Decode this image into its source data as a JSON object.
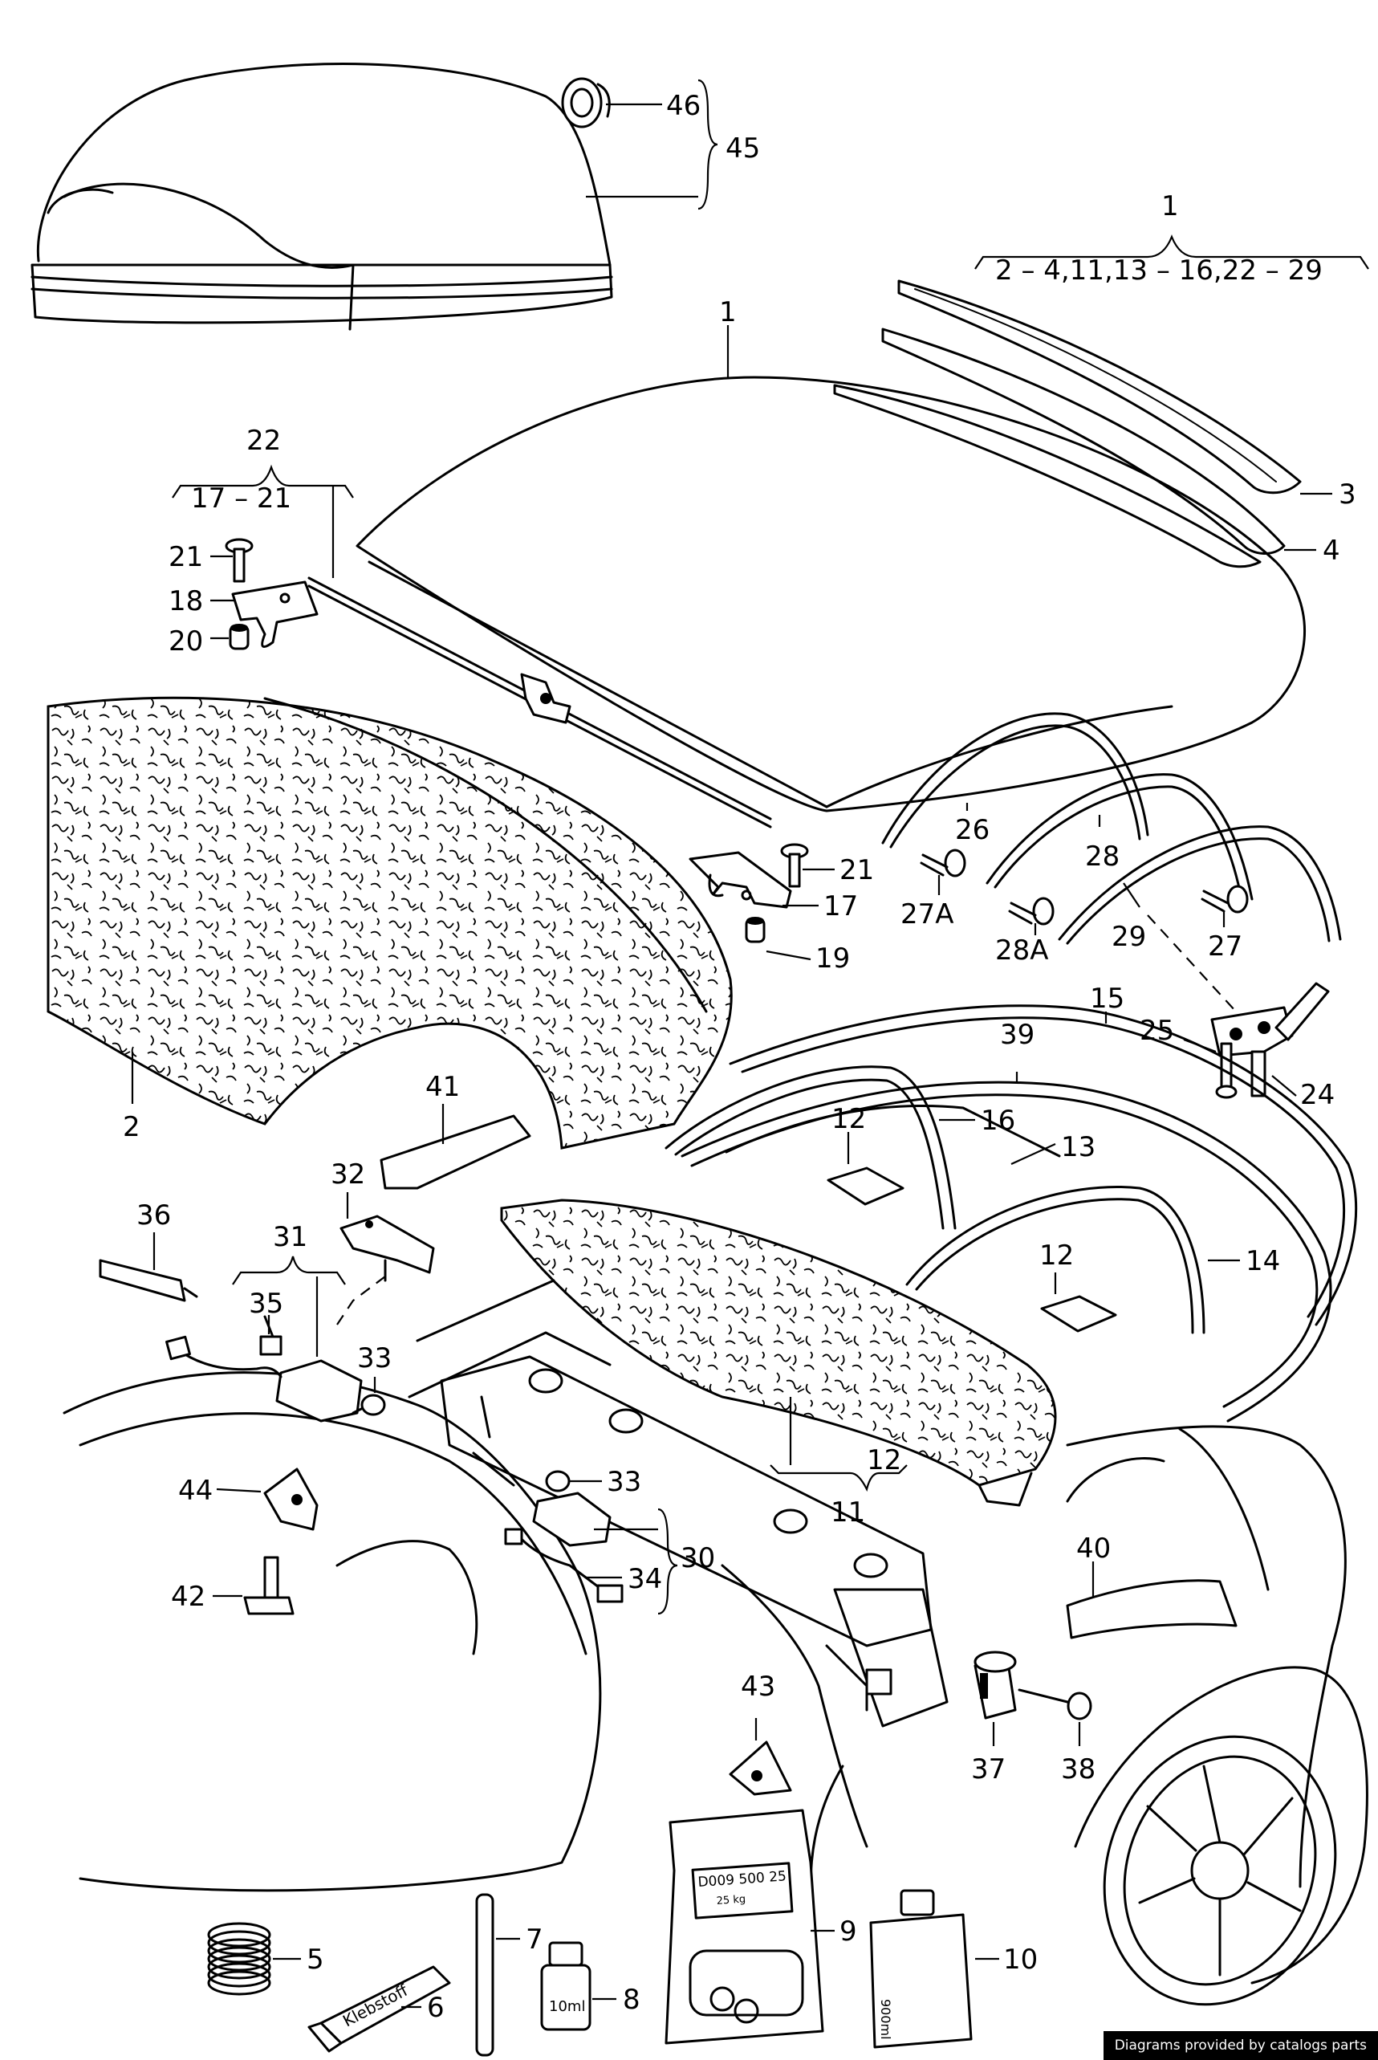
{
  "credit": "Diagrams provided by catalogs parts",
  "callouts": {
    "c1_top": "1",
    "c1_top_range": "2 – 4,11,13 – 16,22 – 29",
    "c1_roof": "1",
    "c2": "2",
    "c3": "3",
    "c4": "4",
    "c5": "5",
    "c6": "6",
    "c7": "7",
    "c8": "8",
    "c9": "9",
    "c10": "10",
    "c11": "11",
    "c12_a": "12",
    "c12_b": "12",
    "c12_c": "12",
    "c13": "13",
    "c14": "14",
    "c15": "15",
    "c16": "16",
    "c17": "17",
    "c18": "18",
    "c19": "19",
    "c20": "20",
    "c21_a": "21",
    "c21_b": "21",
    "c22": "22",
    "c22_range": "17 – 21",
    "c24": "24",
    "c25": "25",
    "c26": "26",
    "c27": "27",
    "c27a": "27A",
    "c28": "28",
    "c28a": "28A",
    "c29": "29",
    "c30": "30",
    "c31": "31",
    "c32": "32",
    "c33_a": "33",
    "c33_b": "33",
    "c34": "34",
    "c35": "35",
    "c36": "36",
    "c37": "37",
    "c38": "38",
    "c39": "39",
    "c40": "40",
    "c41": "41",
    "c42": "42",
    "c43": "43",
    "c44": "44",
    "c45": "45",
    "c46": "46"
  },
  "product_text": {
    "tube_klebstoff": "Klebstoff",
    "bottle_small": "10ml",
    "bottle_large": "900ml",
    "pouch_code": "D009 500 25",
    "pouch_code_sub": "25 kg"
  }
}
